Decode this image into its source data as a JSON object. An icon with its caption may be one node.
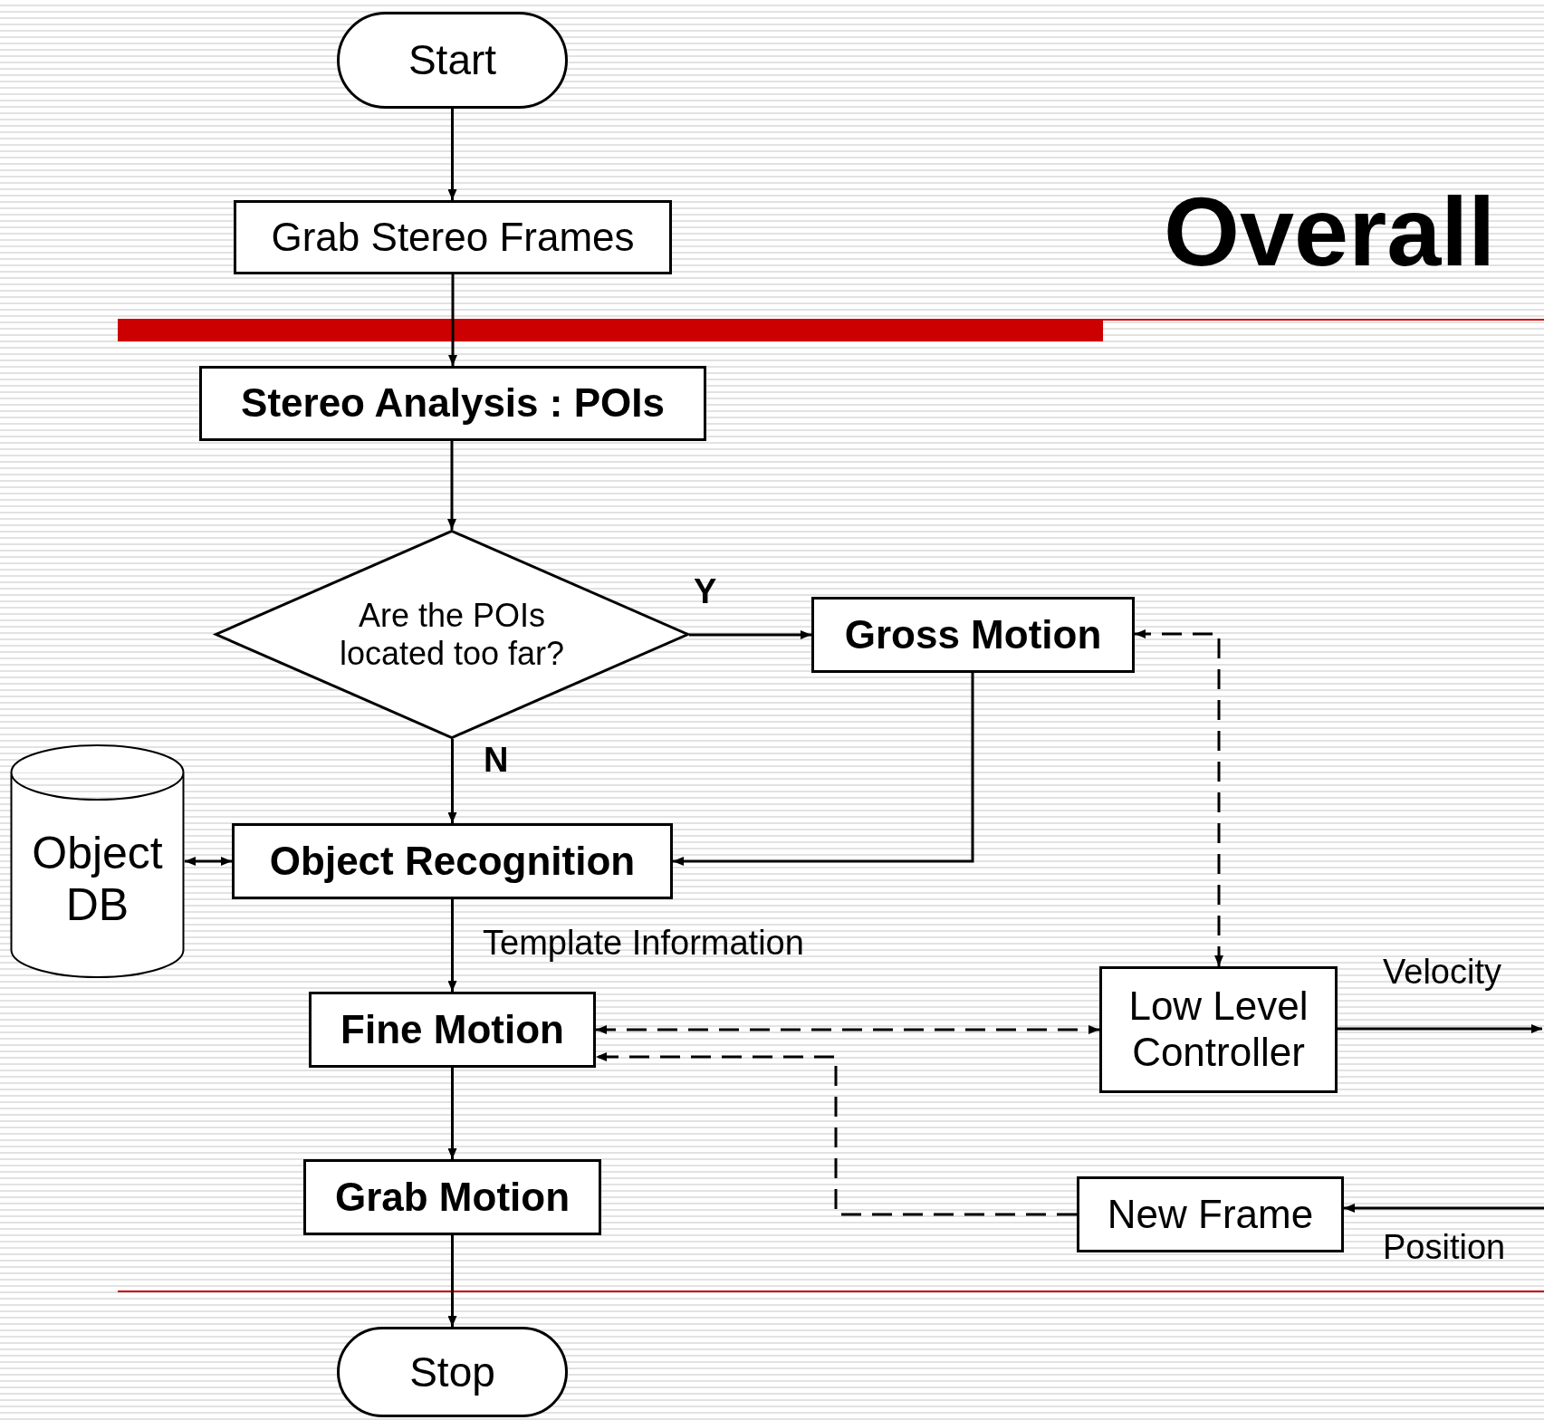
{
  "diagram": {
    "title": "Overall",
    "nodes": [
      {
        "text": [
          "Start"
        ]
      },
      {
        "text": [
          "Grab Stereo Frames"
        ]
      },
      {
        "text": [
          "Stereo Analysis : POIs"
        ]
      },
      {
        "text": [
          "Are the POIs located too far?"
        ]
      },
      {
        "text": [
          "Gross Motion"
        ]
      },
      {
        "text": [
          "Object DB"
        ]
      },
      {
        "text": [
          "Object Recognition"
        ]
      },
      {
        "text": [
          "Fine Motion"
        ]
      },
      {
        "text": [
          "Low Level Controller"
        ]
      },
      {
        "text": [
          "Grab Motion"
        ]
      },
      {
        "text": [
          "New Frame"
        ]
      },
      {
        "text": [
          "Stop"
        ]
      }
    ],
    "edges": [
      {
        "from": 0,
        "to": 1,
        "arrow": "to"
      },
      {
        "from": 1,
        "to": 2,
        "arrow": "to"
      },
      {
        "from": 2,
        "to": 3,
        "arrow": "to"
      },
      {
        "from": 3,
        "to": 4,
        "arrow": "to",
        "label": "Y"
      },
      {
        "from": 3,
        "to": 6,
        "arrow": "to",
        "label": "N"
      },
      {
        "from": 4,
        "to": 6,
        "arrow": "to"
      },
      {
        "from": 5,
        "to": 6,
        "arrow": "both"
      },
      {
        "from": 6,
        "to": 7,
        "arrow": "to",
        "label": "Template Information"
      },
      {
        "from": 7,
        "to": 8,
        "arrow": "both",
        "style": "dashed"
      },
      {
        "from": 8,
        "to": 4,
        "arrow": "both",
        "style": "dashed"
      },
      {
        "from": 10,
        "to": 7,
        "arrow": "to",
        "style": "dashed"
      },
      {
        "from": 8,
        "to": null,
        "arrow": "to",
        "label": "Velocity"
      },
      {
        "from": null,
        "to": 10,
        "arrow": "to",
        "label": "Position"
      },
      {
        "from": 7,
        "to": 9,
        "arrow": "to"
      },
      {
        "from": 9,
        "to": 11,
        "arrow": "to"
      }
    ]
  }
}
